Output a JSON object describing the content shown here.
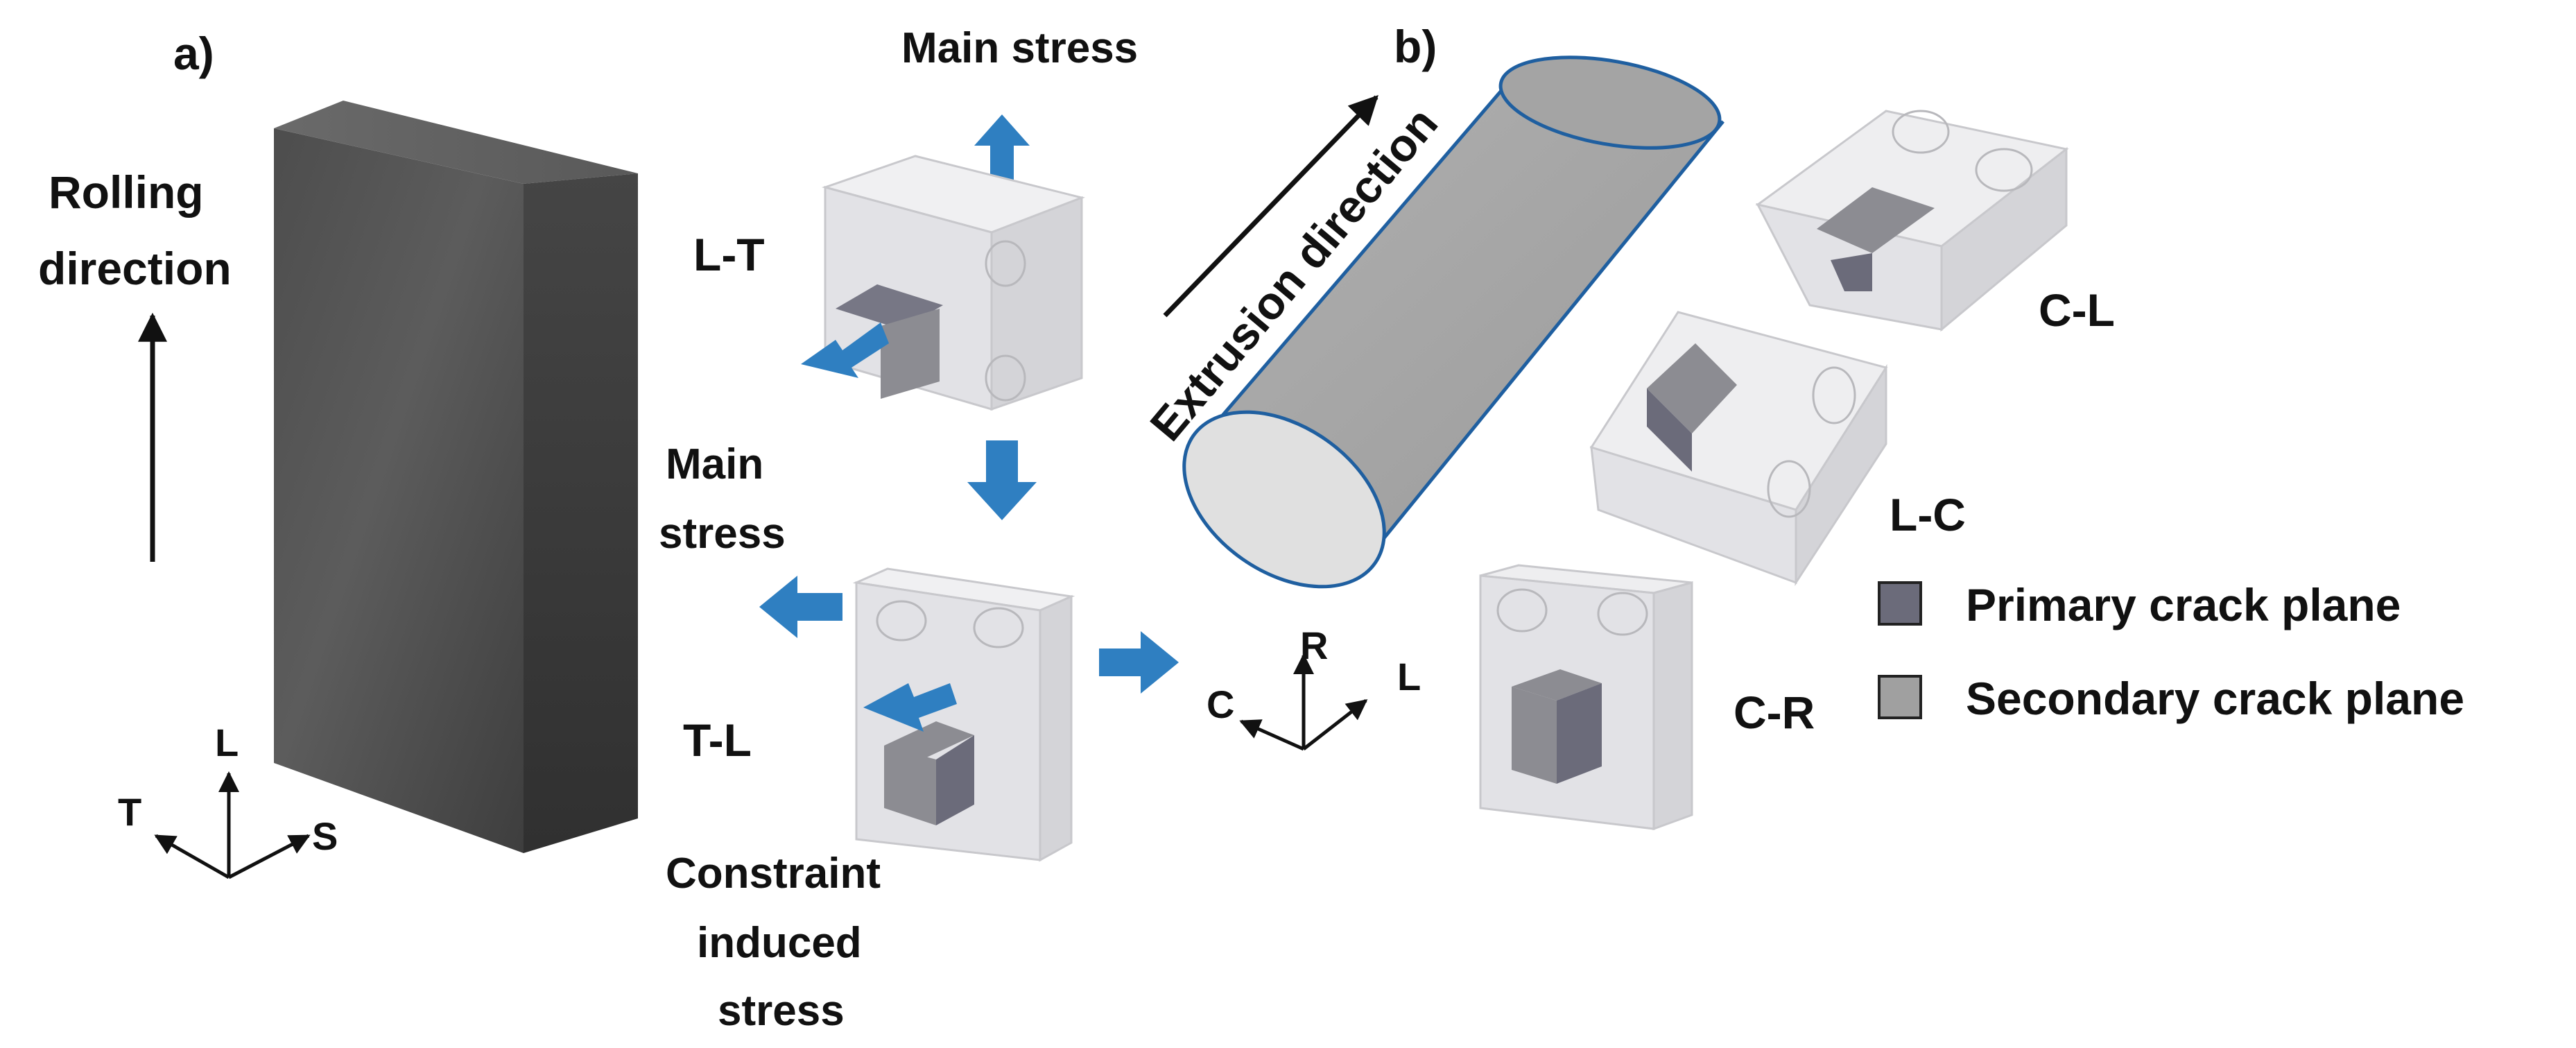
{
  "panel_a": {
    "label": "a)",
    "rolling_label_line1": "Rolling",
    "rolling_label_line2": "direction",
    "axes": {
      "l": "L",
      "t": "T",
      "s": "S"
    },
    "specimens": {
      "lt": {
        "label": "L-T",
        "stress_label": "Main stress"
      },
      "tl": {
        "label": "T-L",
        "stress_label_line1": "Main",
        "stress_label_line2": "stress"
      }
    },
    "constraint_label_line1": "Constraint",
    "constraint_label_line2": "induced",
    "constraint_label_line3": "stress"
  },
  "panel_b": {
    "label": "b)",
    "extrusion_label": "Extrusion direction",
    "axes": {
      "r": "R",
      "c": "C",
      "l": "L"
    },
    "specimens": {
      "cl": "C-L",
      "lc": "L-C",
      "cr": "C-R"
    }
  },
  "legend": {
    "items": [
      {
        "label": "Primary crack plane",
        "color": "#6b6b7a"
      },
      {
        "label": "Secondary crack plane",
        "color": "#a0a0a0"
      }
    ]
  },
  "colors": {
    "arrow_blue": "#2f7fc1",
    "block_dark": "#4a4a4a",
    "specimen_face": "#e2e2e6",
    "crack_primary": "#6b6b7a",
    "crack_secondary": "#8c8c92",
    "cylinder_body": "#a8a8a8",
    "cylinder_outline": "#1f5fa0"
  }
}
